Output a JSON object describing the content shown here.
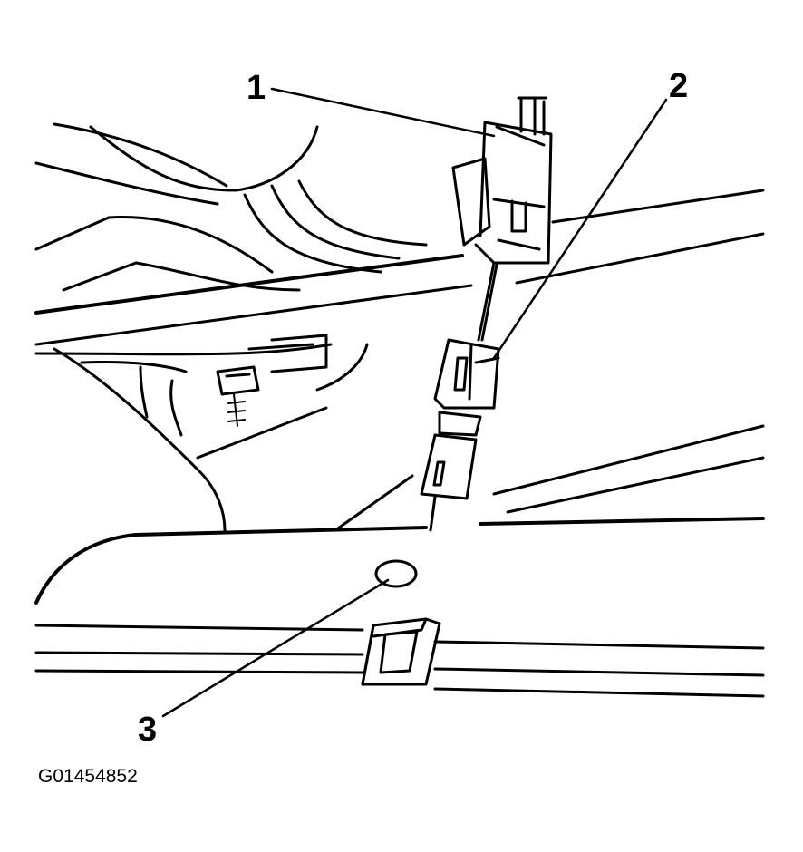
{
  "callouts": [
    {
      "number": "1"
    },
    {
      "number": "2"
    },
    {
      "number": "3"
    }
  ],
  "figure_code": "G01454852",
  "colors": {
    "ink": "#000000",
    "paper": "#ffffff"
  }
}
